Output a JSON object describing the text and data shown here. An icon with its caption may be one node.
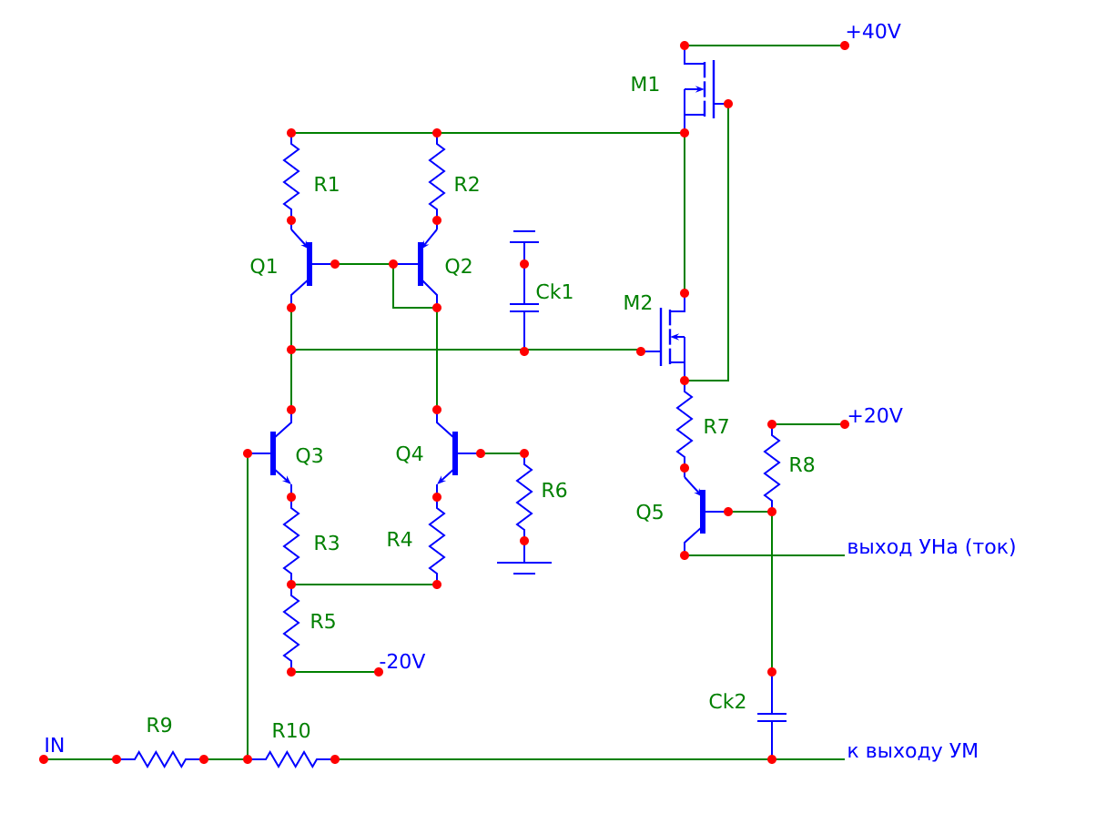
{
  "diagram": {
    "labels": [
      "+40V",
      "M1",
      "R1",
      "R2",
      "Q1",
      "Q2",
      "Ck1",
      "M2",
      "R7",
      "+20V",
      "Q3",
      "Q4",
      "R8",
      "R6",
      "R3",
      "R4",
      "Q5",
      "выход УНа (ток)",
      "R5",
      "-20V",
      "Ck2",
      "IN",
      "R9",
      "R10",
      "к выходу УМ"
    ]
  }
}
